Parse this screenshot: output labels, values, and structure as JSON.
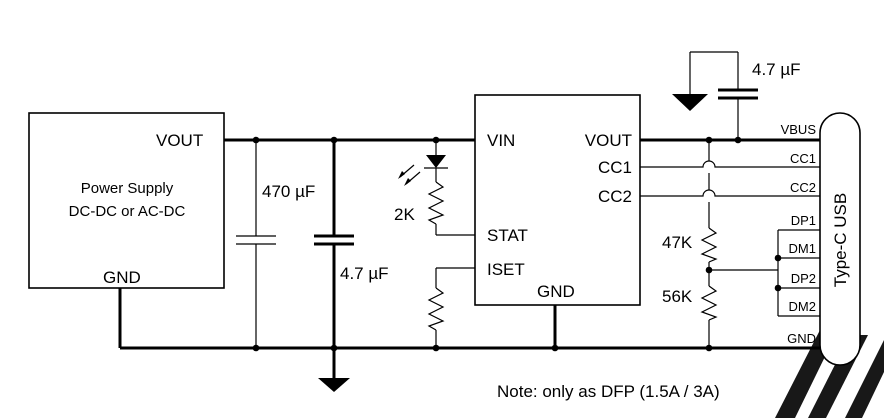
{
  "power_supply": {
    "vout_pin": "VOUT",
    "gnd_pin": "GND",
    "title_line1": "Power Supply",
    "title_line2": "DC-DC or AC-DC"
  },
  "ic": {
    "vin_pin": "VIN",
    "vout_pin": "VOUT",
    "cc1_pin": "CC1",
    "cc2_pin": "CC2",
    "stat_pin": "STAT",
    "iset_pin": "ISET",
    "gnd_pin": "GND"
  },
  "components": {
    "cap_bulk": "470 µF",
    "cap_input": "4.7 µF",
    "cap_output": "4.7 µF",
    "r_led": "2K",
    "r_div_top": "47K",
    "r_div_bottom": "56K"
  },
  "connector": {
    "name": "Type-C USB",
    "pins": [
      "VBUS",
      "CC1",
      "CC2",
      "DP1",
      "DM1",
      "DP2",
      "DM2",
      "GND"
    ]
  },
  "note": "Note: only as DFP (1.5A / 3A)"
}
